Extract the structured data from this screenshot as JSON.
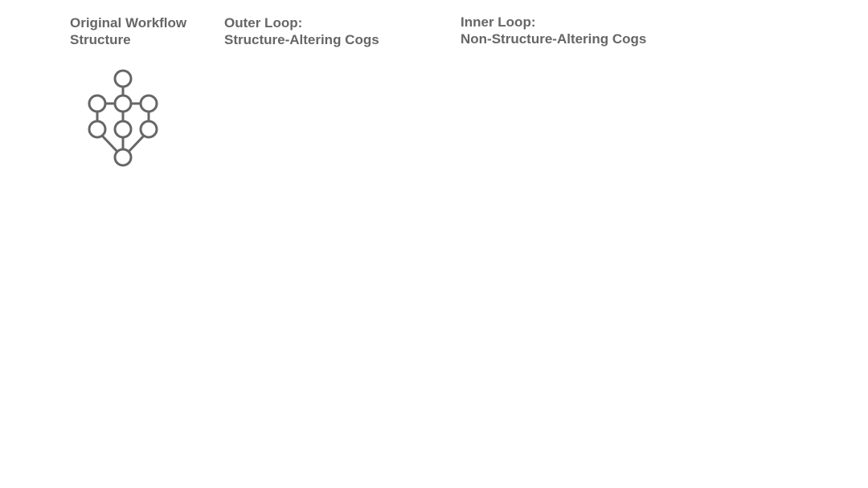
{
  "headings": {
    "original": {
      "line1": "Original Workflow",
      "line2": "Structure"
    },
    "outer": {
      "line1": "Outer Loop:",
      "line2": "Structure-Altering Cogs"
    },
    "inner": {
      "line1": "Inner Loop:",
      "line2": "Non-Structure-Altering Cogs"
    }
  },
  "colors": {
    "text": "#666666",
    "stroke": "#666666",
    "node_fill": "#ffffff",
    "background": "#ffffff"
  },
  "workflow_graph": {
    "node_count": 8,
    "nodes": [
      "top",
      "mid-left",
      "mid-center",
      "mid-right",
      "low-left",
      "low-center",
      "low-right",
      "bottom"
    ],
    "edges": [
      [
        "top",
        "mid-center"
      ],
      [
        "mid-left",
        "mid-center"
      ],
      [
        "mid-center",
        "mid-right"
      ],
      [
        "mid-left",
        "low-left"
      ],
      [
        "mid-center",
        "low-center"
      ],
      [
        "mid-right",
        "low-right"
      ],
      [
        "low-left",
        "bottom"
      ],
      [
        "low-center",
        "bottom"
      ],
      [
        "low-right",
        "bottom"
      ]
    ]
  }
}
